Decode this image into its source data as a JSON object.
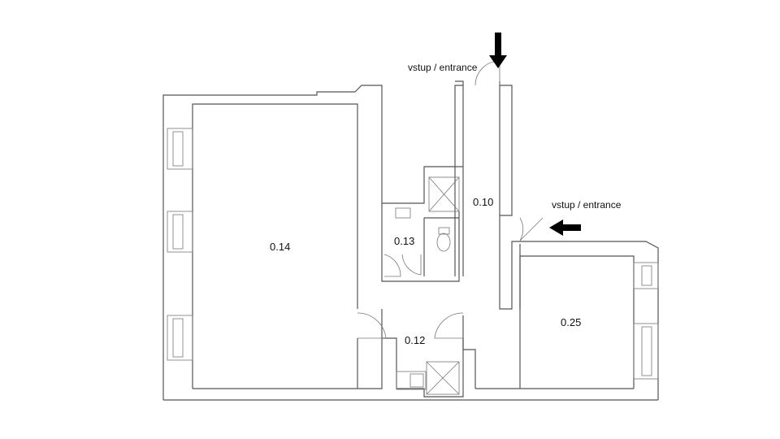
{
  "rooms": [
    {
      "id": "room-014",
      "label": "0.14"
    },
    {
      "id": "room-013",
      "label": "0.13"
    },
    {
      "id": "room-010",
      "label": "0.10"
    },
    {
      "id": "room-012",
      "label": "0.12"
    },
    {
      "id": "room-025",
      "label": "0.25"
    }
  ],
  "entrances": [
    {
      "label": "vstup / entrance",
      "arrow": "down"
    },
    {
      "label": "vstup / entrance",
      "arrow": "left"
    }
  ],
  "colors": {
    "wall": "#555555",
    "arrow": "#000000"
  }
}
